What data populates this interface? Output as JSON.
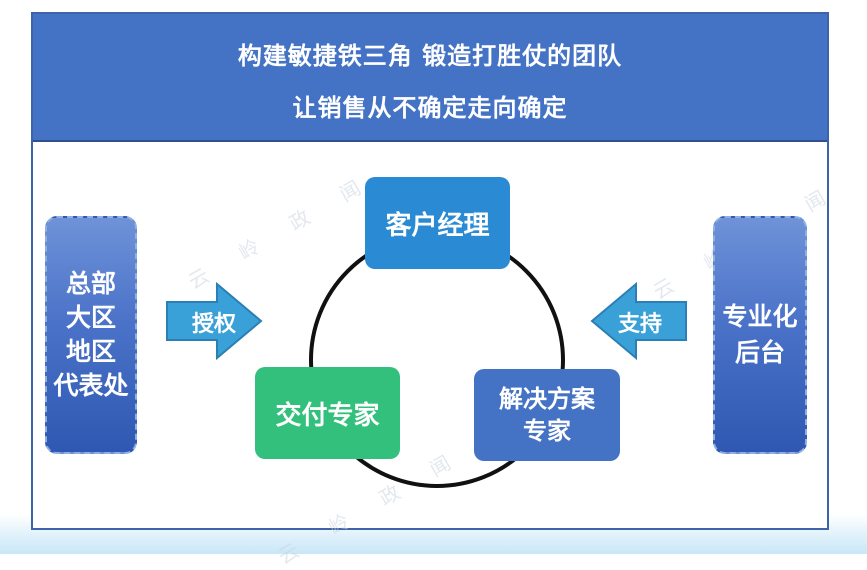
{
  "banner": {
    "line1": "构建敏捷铁三角  锻造打胜仗的团队",
    "line2": "让销售从不确定走向确定"
  },
  "left_box": {
    "lines": [
      "总部",
      "大区",
      "地区",
      "代表处"
    ]
  },
  "right_box": {
    "lines": [
      "专业化",
      "后台"
    ]
  },
  "left_arrow": {
    "label": "授权",
    "color": "#3aa0d8"
  },
  "right_arrow": {
    "label": "支持",
    "color": "#3aa0d8"
  },
  "triangle": {
    "account_manager": {
      "label": "客户经理",
      "color": "#2a8ad3"
    },
    "delivery_expert": {
      "label": "交付专家",
      "color": "#33c07d"
    },
    "solution_expert": {
      "lines": [
        "解决方案",
        "专家"
      ],
      "color": "#4472c4"
    }
  },
  "watermark": [
    "云 岭 政 闻",
    "云 岭 政 闻",
    "云 岭 政 闻"
  ]
}
